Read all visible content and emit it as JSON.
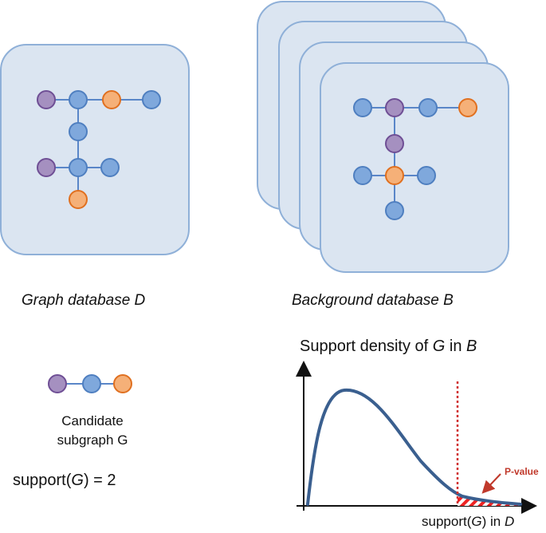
{
  "colors": {
    "panel_fill": "#dbe5f1",
    "panel_stroke": "#8fb0d8",
    "node_blue": "#7fa8dc",
    "node_blue_stroke": "#4f7fc0",
    "node_purple": "#a590c0",
    "node_purple_stroke": "#6f4f95",
    "node_orange": "#f5b078",
    "node_orange_stroke": "#e07020",
    "edge": "#5a86c8",
    "curve": "#3a5f8f",
    "threshold": "#d03030",
    "pvalue": "#c0392b"
  },
  "labels": {
    "graph_db_prefix": "Graph database ",
    "graph_db_var": "D",
    "background_db_prefix": "Background database ",
    "background_db_var": "B",
    "candidate_line1": "Candidate",
    "candidate_line2": "subgraph G",
    "support_prefix": "support(",
    "support_var": "G",
    "support_suffix": ") = 2",
    "density_prefix": "Support density of ",
    "density_var1": "G",
    "density_mid": " in ",
    "density_var2": "B",
    "pvalue": "P-value",
    "xaxis_prefix": "support(",
    "xaxis_var1": "G",
    "xaxis_mid": ") in ",
    "xaxis_var2": "D"
  },
  "graphs": {
    "graph_d": {
      "nodes": [
        "purple",
        "blue",
        "orange",
        "blue",
        "blue",
        "purple",
        "blue",
        "blue",
        "orange"
      ],
      "edges": [
        [
          0,
          1
        ],
        [
          1,
          2
        ],
        [
          2,
          3
        ],
        [
          1,
          4
        ],
        [
          4,
          6
        ],
        [
          5,
          6
        ],
        [
          6,
          7
        ],
        [
          6,
          8
        ]
      ]
    },
    "graph_b": {
      "nodes": [
        "blue",
        "purple",
        "blue",
        "orange",
        "purple",
        "blue",
        "orange",
        "blue",
        "blue"
      ],
      "edges": [
        [
          0,
          1
        ],
        [
          1,
          2
        ],
        [
          2,
          3
        ],
        [
          1,
          4
        ],
        [
          4,
          6
        ],
        [
          5,
          6
        ],
        [
          6,
          7
        ],
        [
          6,
          8
        ]
      ]
    },
    "candidate": {
      "nodes": [
        "purple",
        "blue",
        "orange"
      ],
      "edges": [
        [
          0,
          1
        ],
        [
          1,
          2
        ]
      ]
    }
  }
}
